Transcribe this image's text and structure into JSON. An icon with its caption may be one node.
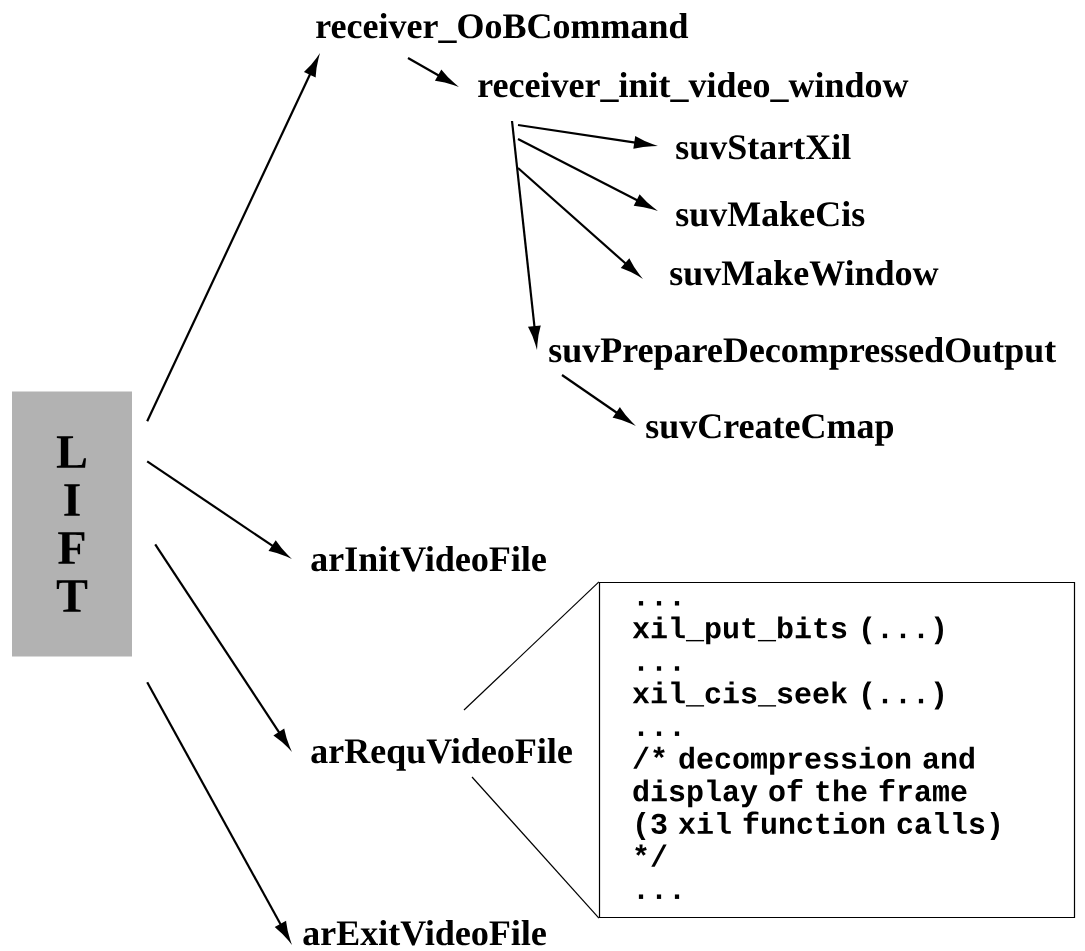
{
  "diagram": {
    "nodes": [
      {
        "text": [
          "L I F T"
        ]
      },
      {
        "text": [
          "receiver_OoBCommand"
        ]
      },
      {
        "text": [
          "receiver_init_video_window"
        ]
      },
      {
        "text": [
          "suvStartXil"
        ]
      },
      {
        "text": [
          "suvMakeCis"
        ]
      },
      {
        "text": [
          "suvMakeWindow"
        ]
      },
      {
        "text": [
          "suvPrepareDecompressedOutput"
        ]
      },
      {
        "text": [
          "suvCreateCmap"
        ]
      },
      {
        "text": [
          "arInitVideoFile"
        ]
      },
      {
        "text": [
          "arRequVideoFile"
        ]
      },
      {
        "text": [
          "arExitVideoFile"
        ]
      },
      {
        "text": [
          "...",
          "xil_put_bits (...)",
          "...",
          "xil_cis_seek (...)",
          "...",
          "/* decompression and",
          "display of the frame",
          "(3 xil function calls)",
          "*/",
          "..."
        ]
      }
    ],
    "edges": [
      {
        "from": 0,
        "to": 1,
        "arrow": "to"
      },
      {
        "from": 1,
        "to": 2,
        "arrow": "to"
      },
      {
        "from": 2,
        "to": 3,
        "arrow": "to"
      },
      {
        "from": 2,
        "to": 4,
        "arrow": "to"
      },
      {
        "from": 2,
        "to": 5,
        "arrow": "to"
      },
      {
        "from": 2,
        "to": 6,
        "arrow": "to"
      },
      {
        "from": 6,
        "to": 7,
        "arrow": "to"
      },
      {
        "from": 0,
        "to": 8,
        "arrow": "to"
      },
      {
        "from": 0,
        "to": 9,
        "arrow": "to"
      },
      {
        "from": 0,
        "to": 10,
        "arrow": "to"
      },
      {
        "from": 9,
        "to": 11,
        "arrow": "none"
      },
      {
        "from": 9,
        "to": 11,
        "arrow": "none"
      }
    ]
  }
}
